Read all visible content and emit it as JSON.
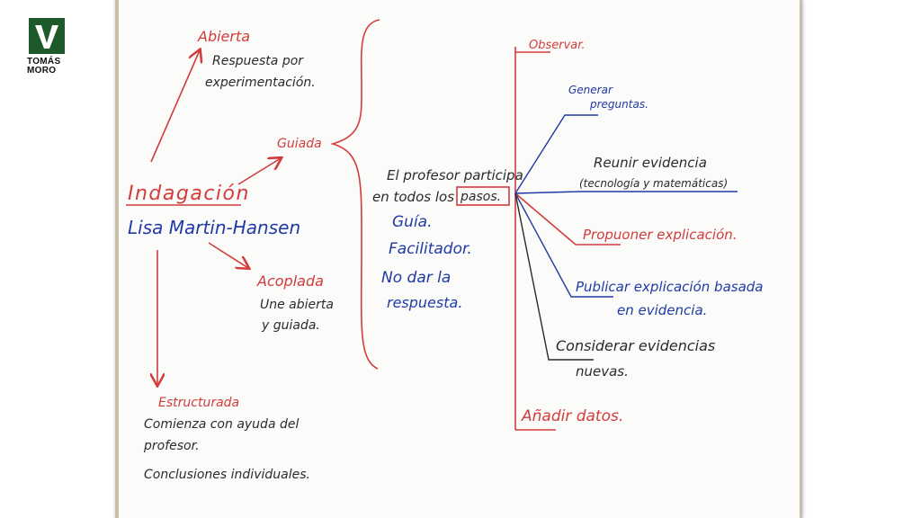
{
  "logo": {
    "line1": "TOMÁS",
    "line2": "MORO",
    "mark_color": "#1c5a2a"
  },
  "colors": {
    "red": "#d23c3c",
    "blue": "#1f3aa6",
    "dark": "#2b2b2b"
  },
  "nodes": {
    "main_title": "Indagación",
    "author": "Lisa Martin-Hansen",
    "abierta": {
      "title": "Abierta",
      "line1": "Respuesta por",
      "line2": "experimentación."
    },
    "guiada": {
      "title": "Guiada"
    },
    "acoplada": {
      "title": "Acoplada",
      "line1": "Une abierta",
      "line2": "y guiada."
    },
    "estructurada": {
      "title": "Estructurada",
      "line1": "Comienza con ayuda del",
      "line2": "profesor.",
      "line3": "Conclusiones individuales."
    },
    "guiada_detail": {
      "line1": "El profesor participa",
      "line2_prefix": "en todos los",
      "pasos": "pasos.",
      "guia": "Guía.",
      "facilitador": "Facilitador.",
      "no_dar1": "No dar la",
      "no_dar2": "respuesta."
    },
    "steps": {
      "observar": "Observar.",
      "generar1": "Generar",
      "generar2": "preguntas.",
      "reunir1": "Reunir evidencia",
      "reunir2": "(tecnología y matemáticas)",
      "proponer": "Propuoner explicación.",
      "publicar1": "Publicar explicación basada",
      "publicar2": "en evidencia.",
      "considerar1": "Considerar evidencias",
      "considerar2": "nuevas.",
      "anadir": "Añadir datos."
    }
  }
}
